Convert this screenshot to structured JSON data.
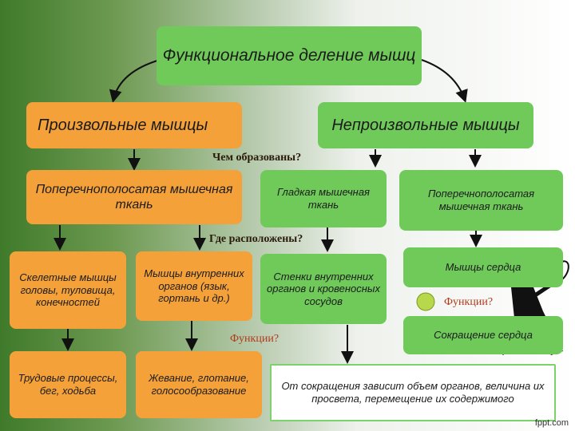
{
  "title": "Функциональное деление мышц",
  "left_category": "Произвольные мышцы",
  "right_category": "Непроизвольные мышцы",
  "questions": {
    "formed": "Чем образованы?",
    "located": "Где расположены?",
    "functions_left": "Функции?",
    "functions_right": "Функции?"
  },
  "tissues": {
    "voluntary": "Поперечнополосатая мышечная ткань",
    "smooth": "Гладкая мышечная ткань",
    "cardiac": "Поперечнополосатая мышечная ткань"
  },
  "locations": {
    "skeletal": "Скелетные мышцы головы, туловища, конечностей",
    "internal": "Мышцы внутренних органов (язык, гортань и др.)",
    "walls": "Стенки внутренних органов и кровеносных сосудов",
    "heart": "Мышцы сердца"
  },
  "functions": {
    "labor": "Трудовые процессы, бег, ходьба",
    "chewing": "Жевание, глотание, голосообразование",
    "contraction_effect": "От сокращения зависит объем органов, величина их просвета, перемещение их содержимого",
    "heart": "Сокращение сердца"
  },
  "footer": "fppt.com",
  "colors": {
    "orange": "#f4a13a",
    "green": "#6fca5a",
    "white": "#ffffff"
  }
}
